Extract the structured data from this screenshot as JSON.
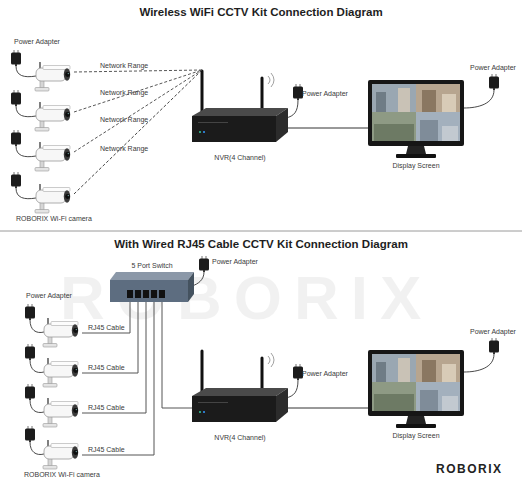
{
  "diagram": {
    "title": "Wireless WiFi CCTV Kit Connection Diagram",
    "nodes": [
      {
        "text": [
          "ROBORIX Wi-Fi camera"
        ]
      },
      {
        "text": [
          "NVR(4 Channel)"
        ]
      },
      {
        "text": [
          "Display Screen"
        ]
      },
      {
        "text": [
          "5 Port Switch"
        ]
      },
      {
        "text": [
          "ROBORIX Wi-Fi camera"
        ]
      },
      {
        "text": [
          "NVR(4 Channel)"
        ]
      },
      {
        "text": [
          "Display Screen"
        ]
      }
    ],
    "edges": [
      {
        "from": 0,
        "to": 1,
        "label": "Network Range",
        "arrow": "none"
      },
      {
        "from": 1,
        "to": 2,
        "arrow": "none"
      },
      {
        "from": 3,
        "to": 4,
        "label": "RJ45 Cable",
        "arrow": "none"
      },
      {
        "from": 3,
        "to": 5,
        "arrow": "none"
      },
      {
        "from": 5,
        "to": 6,
        "arrow": "none"
      }
    ],
    "labels": [
      "Power Adapter",
      "Network Range",
      "Network Range",
      "Network Range",
      "Power Adapter",
      "Power Adapter",
      "With Wired RJ45 Cable CCTV Kit Connection Diagram",
      "Power Adapter",
      "Power Adapter",
      "RJ45 Cable",
      "RJ45 Cable",
      "RJ45 Cable",
      "Power Adapter",
      "Power Adapter",
      "ROBORIX",
      "ROBORIX"
    ]
  }
}
